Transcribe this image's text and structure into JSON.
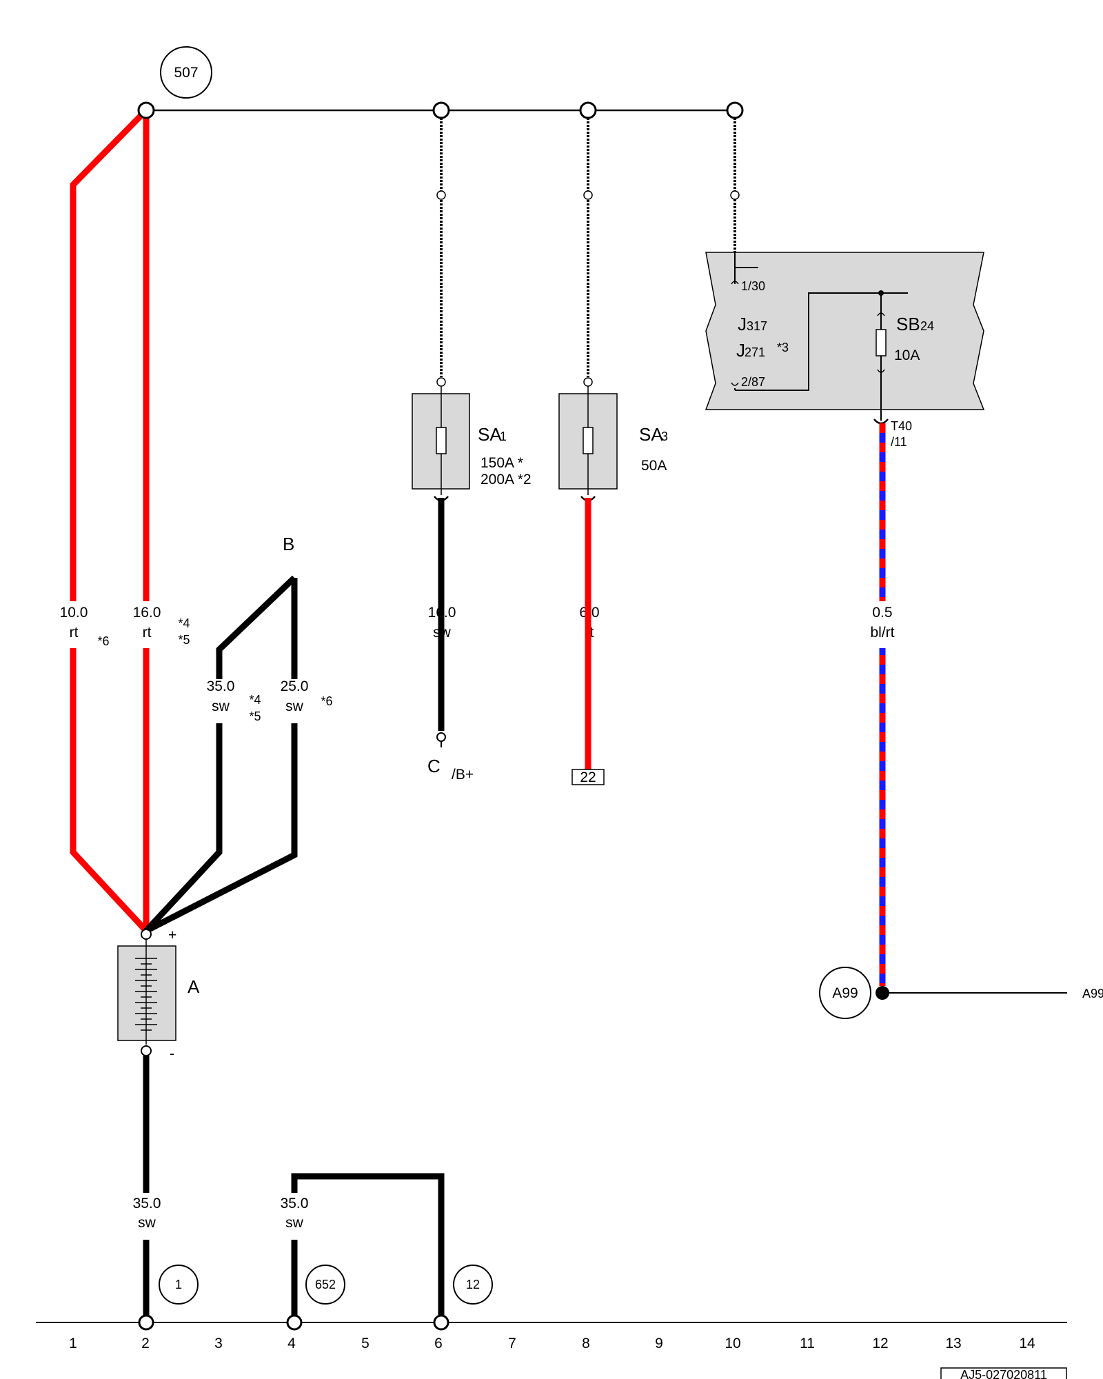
{
  "nodes": {
    "n507": "507",
    "n1": "1",
    "n652": "652",
    "n12": "12",
    "a99_circle": "A99",
    "a99_right": "A99"
  },
  "components": {
    "battery": "A",
    "battery_plus": "+",
    "battery_minus": "-",
    "terminal_b": "B",
    "terminal_c": "C",
    "terminal_c_sub": "/B+",
    "connector_22": "22",
    "sa1_name": "SA",
    "sa1_sub": "1",
    "sa1_rating_1": "150A *",
    "sa1_rating_2": "200A *2",
    "sa3_name": "SA",
    "sa3_sub": "3",
    "sa3_rating": "50A",
    "relay_pin_30": "1/30",
    "relay_pin_87": "2/87",
    "j317_name": "J",
    "j317_sub": "317",
    "j271_name": "J",
    "j271_sub": "271",
    "j271_note": "*3",
    "sb24_name": "SB",
    "sb24_sub": "24",
    "sb24_rating": "10A",
    "t40_a": "T40",
    "t40_b": "/11"
  },
  "wires": {
    "w1_size": "10.0",
    "w1_color": "rt",
    "w1_note": "*6",
    "w2_size": "16.0",
    "w2_color": "rt",
    "w2_note_a": "*4",
    "w2_note_b": "*5",
    "w3_size": "35.0",
    "w3_color": "sw",
    "w3_note_a": "*4",
    "w3_note_b": "*5",
    "w4_size": "25.0",
    "w4_color": "sw",
    "w4_note": "*6",
    "w5_size": "16.0",
    "w5_color": "sw",
    "w6_size": "6.0",
    "w6_color": "rt",
    "w7_size": "0.5",
    "w7_color": "bl/rt",
    "w8_size": "35.0",
    "w8_color": "sw",
    "w9_size": "35.0",
    "w9_color": "sw"
  },
  "ruler": [
    "1",
    "2",
    "3",
    "4",
    "5",
    "6",
    "7",
    "8",
    "9",
    "10",
    "11",
    "12",
    "13",
    "14"
  ],
  "code": "AJ5-027020811",
  "colors": {
    "red": "#ff0000",
    "blue": "#1a1aff",
    "black": "#000000",
    "box": "#d9d9d9"
  }
}
